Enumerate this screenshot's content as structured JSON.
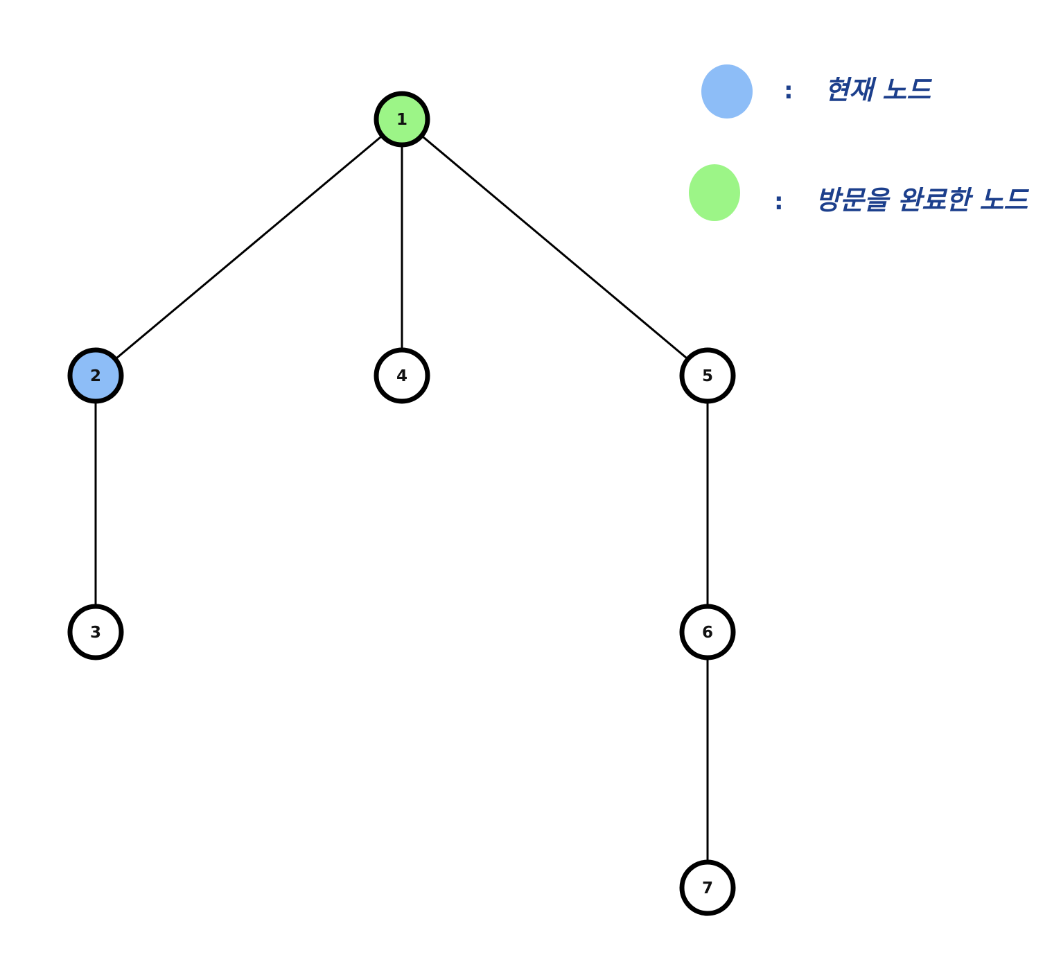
{
  "tree": {
    "nodes": [
      {
        "id": "1",
        "label": "1",
        "state": "visited"
      },
      {
        "id": "2",
        "label": "2",
        "state": "current"
      },
      {
        "id": "3",
        "label": "3",
        "state": "unvisited"
      },
      {
        "id": "4",
        "label": "4",
        "state": "unvisited"
      },
      {
        "id": "5",
        "label": "5",
        "state": "unvisited"
      },
      {
        "id": "6",
        "label": "6",
        "state": "unvisited"
      },
      {
        "id": "7",
        "label": "7",
        "state": "unvisited"
      }
    ],
    "edges": [
      {
        "from": "1",
        "to": "2"
      },
      {
        "from": "1",
        "to": "4"
      },
      {
        "from": "1",
        "to": "5"
      },
      {
        "from": "2",
        "to": "3"
      },
      {
        "from": "5",
        "to": "6"
      },
      {
        "from": "6",
        "to": "7"
      }
    ]
  },
  "colors": {
    "current": "#8dbdf7",
    "visited": "#9cf587",
    "unvisited": "#ffffff",
    "stroke": "#000000",
    "legend_text": "#1c3f8c"
  },
  "legend": {
    "separator": ":",
    "current_label": "현재 노드",
    "visited_label": "방문을 완료한 노드"
  }
}
